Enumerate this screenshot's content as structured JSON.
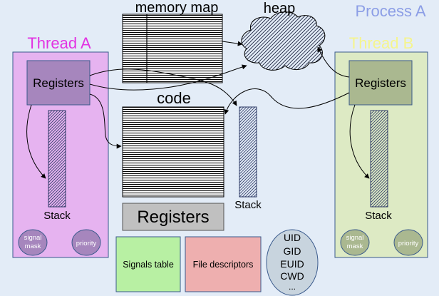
{
  "diagram": {
    "process_label": "Process A",
    "memory_map_label": "memory map",
    "heap_label": "heap",
    "code_label": "code",
    "shared_stack_label": "Stack",
    "shared_registers_label": "Registers",
    "signals_table_label": "Signals table",
    "file_descriptors_label": "File descriptors",
    "ids": [
      "UID",
      "GID",
      "EUID",
      "CWD",
      "..."
    ],
    "thread_a": {
      "title": "Thread A",
      "registers_label": "Registers",
      "stack_label": "Stack",
      "signal_mask_line1": "signal",
      "signal_mask_line2": "mask",
      "priority_label": "priority"
    },
    "thread_b": {
      "title": "Thread B",
      "registers_label": "Registers",
      "stack_label": "Stack",
      "signal_mask_line1": "signal",
      "signal_mask_line2": "mask",
      "priority_label": "priority"
    }
  },
  "colors": {
    "process_label": "#8c9ee6",
    "process_bg": "#e3ecf7",
    "thread_a_bg": "#e6b3f0",
    "thread_a_title": "#e233e2",
    "thread_b_bg": "#ddeac4",
    "thread_b_title": "#f5f58c",
    "registers_a": "#a686bd",
    "registers_b": "#aab890",
    "registers_shared": "#c0c0c0",
    "signals_table": "#b8f0a3",
    "file_descriptors": "#eeafaf",
    "ids_ellipse": "#c8d4de",
    "small_circle_a": "#a686bd",
    "small_circle_b": "#aab890"
  }
}
